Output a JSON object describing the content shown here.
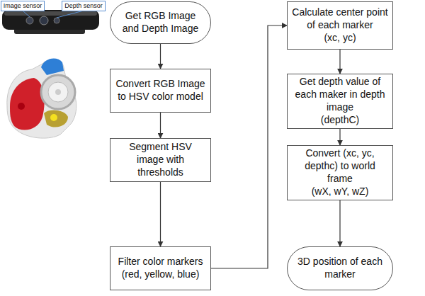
{
  "diagram": {
    "nodes": [
      {
        "text": [
          "Image sensor"
        ]
      },
      {
        "text": [
          "Depth sensor"
        ]
      },
      {
        "text": [
          "Get RGB Image and Depth Image"
        ]
      },
      {
        "text": [
          "Convert RGB Image to HSV color model"
        ]
      },
      {
        "text": [
          "Segment HSV image with thresholds"
        ]
      },
      {
        "text": [
          "Filter color markers (red, yellow, blue)"
        ]
      },
      {
        "text": [
          "Calculate center point of each marker",
          "(xc, yc)"
        ]
      },
      {
        "text": [
          "Get depth value of each maker in depth image",
          "(depthC)"
        ]
      },
      {
        "text": [
          "Convert (xc, yc, depthc) to world frame",
          "(wX, wY, wZ)"
        ]
      },
      {
        "text": [
          "3D position of each marker"
        ]
      }
    ],
    "edges": [
      {
        "from": 2,
        "to": 3,
        "arrow": "to"
      },
      {
        "from": 3,
        "to": 4,
        "arrow": "to"
      },
      {
        "from": 4,
        "to": 5,
        "arrow": "to"
      },
      {
        "from": 5,
        "to": 6,
        "arrow": "to"
      },
      {
        "from": 6,
        "to": 7,
        "arrow": "to"
      },
      {
        "from": 7,
        "to": 8,
        "arrow": "to"
      },
      {
        "from": 8,
        "to": 9,
        "arrow": "to"
      }
    ]
  }
}
